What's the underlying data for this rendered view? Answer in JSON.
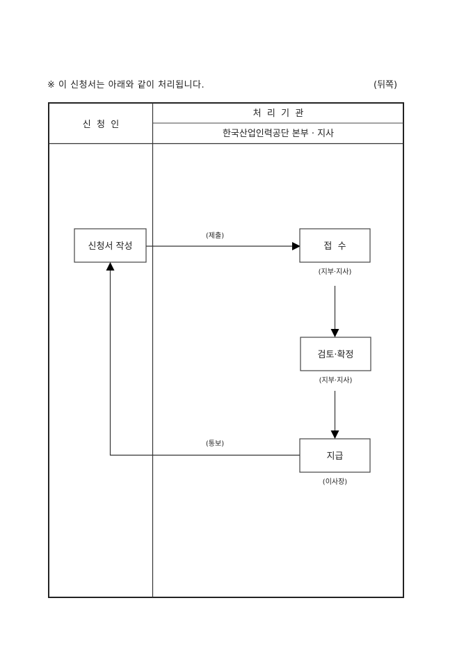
{
  "header": {
    "note": "※ 이 신청서는 아래와 같이 처리됩니다.",
    "page_side": "(뒤쪽)"
  },
  "table": {
    "applicant_header": "신  청  인",
    "processor_header": "처  리  기  관",
    "processor_subheader": "한국산업인력공단 본부 · 지사"
  },
  "flow": {
    "steps": [
      {
        "label": "신청서 작성",
        "sublabel": ""
      },
      {
        "label": "접  수",
        "sublabel": "(지부·지사)"
      },
      {
        "label": "검토·확정",
        "sublabel": "(지부·지사)"
      },
      {
        "label": "지급",
        "sublabel": "(이사장)"
      }
    ],
    "submit_label": "(제출)",
    "notify_label": "(통보)"
  }
}
